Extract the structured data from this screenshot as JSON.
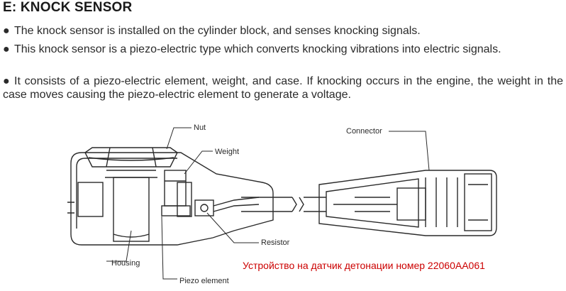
{
  "heading": "E: KNOCK SENSOR",
  "bullet_glyph": "●",
  "paragraphs": [
    "The knock sensor is installed on the cylinder block, and senses knocking signals.",
    "This knock sensor is a piezo-electric type which converts knocking vibrations into electric signals.",
    "It consists of a piezo-electric element, weight, and case. If knocking occurs in the engine, the weight in the case moves causing the piezo-electric element to generate a voltage."
  ],
  "diagram": {
    "labels": {
      "nut": "Nut",
      "weight": "Weight",
      "connector": "Connector",
      "resistor": "Resistor",
      "housing": "Housing",
      "piezo": "Piezo element"
    },
    "caption": "Устройство на датчик детонации номер 22060АА061"
  }
}
